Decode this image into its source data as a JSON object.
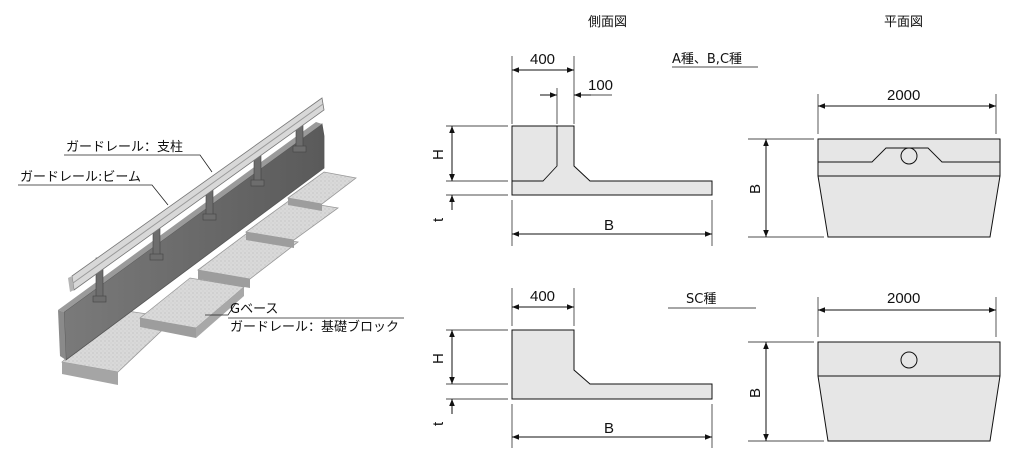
{
  "isometric": {
    "callouts": {
      "post": "ガードレール：支柱",
      "beam": "ガードレール:ビーム",
      "base": "Gベース",
      "block": "ガードレール：基礎ブロック"
    }
  },
  "views": {
    "side_title": "側面図",
    "plan_title": "平面図"
  },
  "upper": {
    "type_label": "A種、B,C種",
    "dim_width": "400",
    "dim_small": "100",
    "dim_H": "H",
    "dim_t": "t",
    "dim_B": "B",
    "plan_width": "2000",
    "plan_B": "B"
  },
  "lower": {
    "type_label": "SC種",
    "dim_width": "400",
    "dim_H": "H",
    "dim_t": "t",
    "dim_B": "B",
    "plan_width": "2000",
    "plan_B": "B"
  },
  "colors": {
    "fill_light": "#e6e6e6",
    "fill_mid": "#bdbdbd",
    "fill_dark": "#6e6e6e",
    "line": "#111111"
  }
}
